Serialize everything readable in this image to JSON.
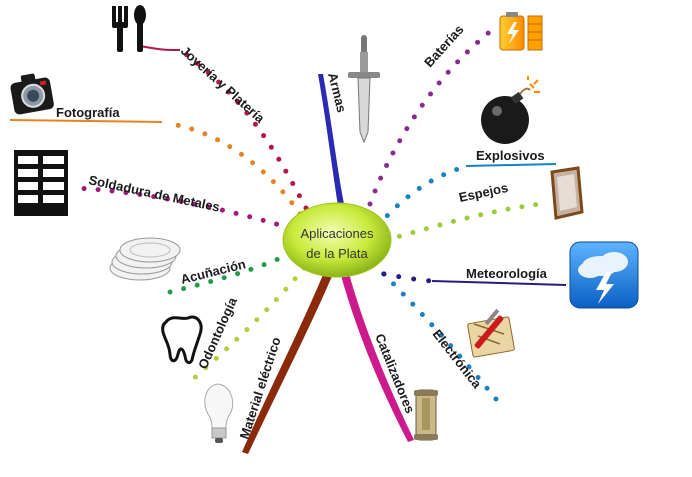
{
  "center": {
    "line1": "Aplicaciones",
    "line2": "de la Plata"
  },
  "branches": {
    "joyeria": "Joyería y Platería",
    "fotografia": "Fotografía",
    "soldadura": "Soldadura de Metales",
    "acunacion": "Acuñación",
    "odontologia": "Odontología",
    "material": "Material eléctrico",
    "catalizadores": "Catalizadores",
    "electronica": "Electrónica",
    "meteorologia": "Meteorología",
    "espejos": "Espejos",
    "explosivos": "Explosivos",
    "baterias": "Baterías",
    "armas": "Armas"
  },
  "colors": {
    "center_fill": "#c9ea3a",
    "joyeria": "#b5124f",
    "fotografia": "#e8821e",
    "soldadura": "#a0187c",
    "acunacion": "#1f9b4a",
    "odontologia": "#b8cc3c",
    "material": "#8a2a0a",
    "catalizadores": "#cc1a8c",
    "electronica": "#1a7fc4",
    "meteorologia": "#2a1a80",
    "espejos": "#9acc3a",
    "explosivos": "#1a82c4",
    "baterias": "#8a2a8c",
    "armas": "#2a2ab4"
  },
  "icons": {
    "joyeria": "fork-spoon-icon",
    "fotografia": "camera-icon",
    "soldadura": "grid-table-icon",
    "acunacion": "coins-icon",
    "odontologia": "tooth-icon",
    "material": "light-bulb-icon",
    "catalizadores": "catalytic-converter-icon",
    "electronica": "electronics-tools-icon",
    "meteorologia": "storm-cloud-icon",
    "espejos": "mirror-icon",
    "explosivos": "bomb-icon",
    "baterias": "battery-icon",
    "armas": "sword-icon"
  }
}
